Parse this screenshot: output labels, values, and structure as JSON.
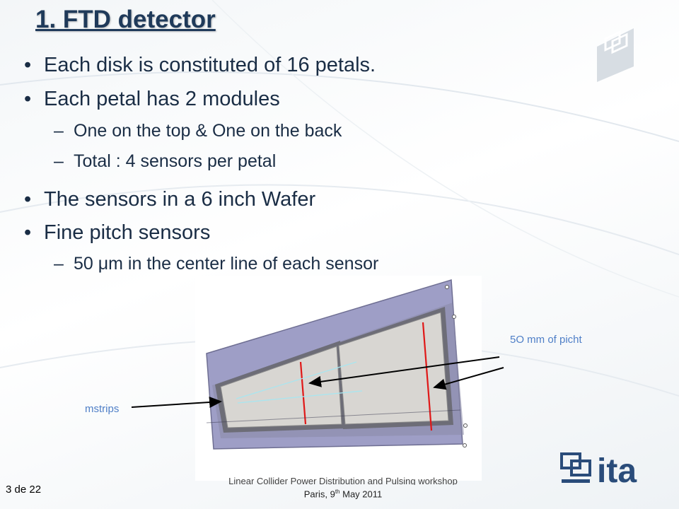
{
  "slide": {
    "title": "1. FTD detector",
    "bullets": [
      "Each disk  is constituted of 16  petals.",
      "Each petal has 2 modules",
      "The sensors in a 6 inch Wafer",
      "Fine pitch sensors"
    ],
    "sub_bullets": [
      "One on the top & One on the back",
      "Total : 4 sensors per petal",
      "50 μm in the center line of each sensor"
    ],
    "bullet_glyph": "•",
    "dash_glyph": "–"
  },
  "figure": {
    "label_pitch": "5O mm of picht",
    "label_strips": "mstrips"
  },
  "footer": {
    "page": "3 de 22",
    "event_line": "Linear Collider Power Distribution and Pulsing workshop",
    "place": "Paris,  9",
    "superscript": "th",
    "date": " May  2011"
  },
  "logo": {
    "text": "ita",
    "color": "#2a4c7a"
  }
}
